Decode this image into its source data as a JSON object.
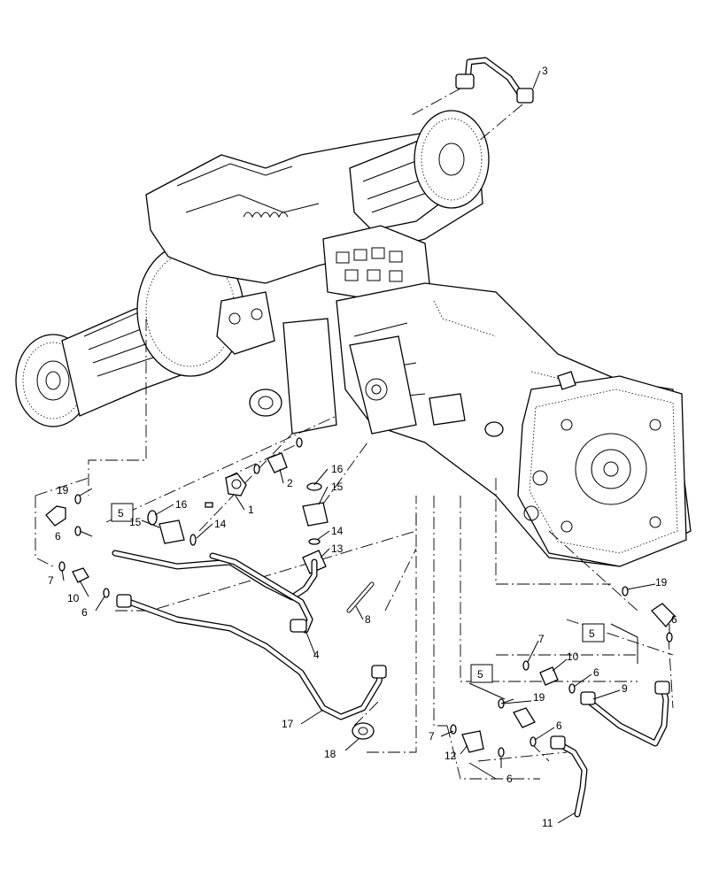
{
  "callouts": [
    {
      "id": "c3",
      "text": "3"
    },
    {
      "id": "c19a",
      "text": "19"
    },
    {
      "id": "c5a",
      "text": "5"
    },
    {
      "id": "c6a",
      "text": "6"
    },
    {
      "id": "c16a",
      "text": "16"
    },
    {
      "id": "c15a",
      "text": "15"
    },
    {
      "id": "c14a",
      "text": "14"
    },
    {
      "id": "c1",
      "text": "1"
    },
    {
      "id": "c2",
      "text": "2"
    },
    {
      "id": "c16b",
      "text": "16"
    },
    {
      "id": "c15b",
      "text": "15"
    },
    {
      "id": "c14b",
      "text": "14"
    },
    {
      "id": "c13",
      "text": "13"
    },
    {
      "id": "c7a",
      "text": "7"
    },
    {
      "id": "c10a",
      "text": "10"
    },
    {
      "id": "c6b",
      "text": "6"
    },
    {
      "id": "c8",
      "text": "8"
    },
    {
      "id": "c4",
      "text": "4"
    },
    {
      "id": "c17",
      "text": "17"
    },
    {
      "id": "c18",
      "text": "18"
    },
    {
      "id": "c19b",
      "text": "19"
    },
    {
      "id": "c6c",
      "text": "6"
    },
    {
      "id": "c5b",
      "text": "5"
    },
    {
      "id": "c7b",
      "text": "7"
    },
    {
      "id": "c10b",
      "text": "10"
    },
    {
      "id": "c5c",
      "text": "5"
    },
    {
      "id": "c19c",
      "text": "19"
    },
    {
      "id": "c6d",
      "text": "6"
    },
    {
      "id": "c9",
      "text": "9"
    },
    {
      "id": "c6e",
      "text": "6"
    },
    {
      "id": "c7c",
      "text": "7"
    },
    {
      "id": "c12",
      "text": "12"
    },
    {
      "id": "c6f",
      "text": "6"
    },
    {
      "id": "c11",
      "text": "11"
    }
  ]
}
